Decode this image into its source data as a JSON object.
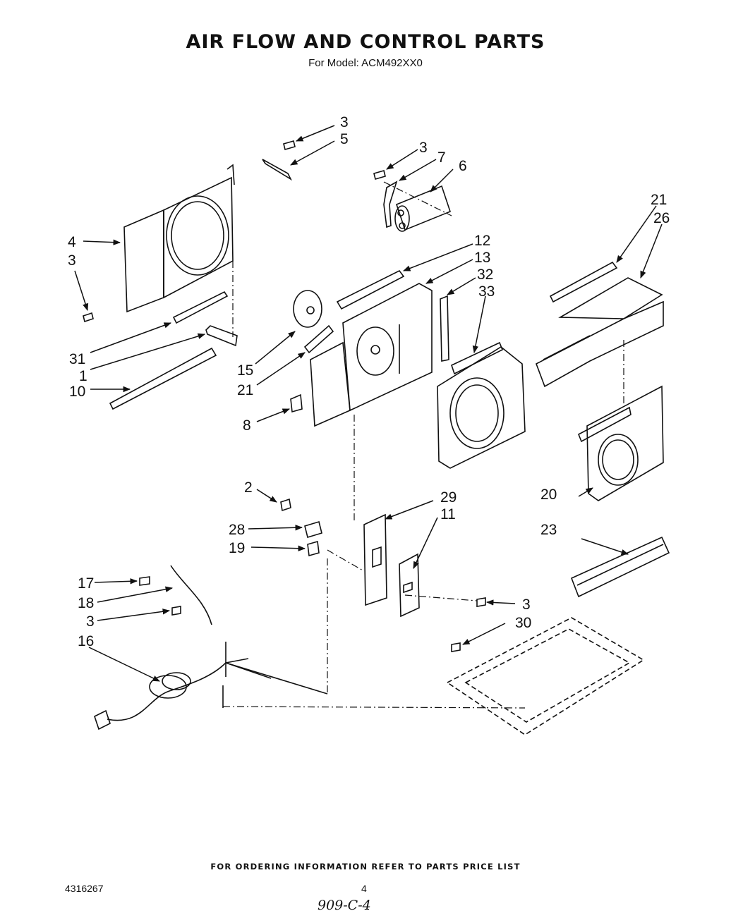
{
  "header": {
    "title": "AIR FLOW AND CONTROL PARTS",
    "subtitle": "For Model: ACM492XX0"
  },
  "callouts": [
    "3",
    "5",
    "3",
    "7",
    "6",
    "4",
    "3",
    "12",
    "13",
    "32",
    "33",
    "21",
    "26",
    "31",
    "1",
    "10",
    "15",
    "21",
    "8",
    "2",
    "29",
    "11",
    "28",
    "19",
    "17",
    "18",
    "3",
    "16",
    "3",
    "30",
    "20",
    "23"
  ],
  "footer": {
    "ordering_note": "FOR ORDERING INFORMATION REFER TO PARTS PRICE LIST",
    "doc_number": "4316267",
    "page_number": "4",
    "handwritten_note": "909-C-4"
  }
}
